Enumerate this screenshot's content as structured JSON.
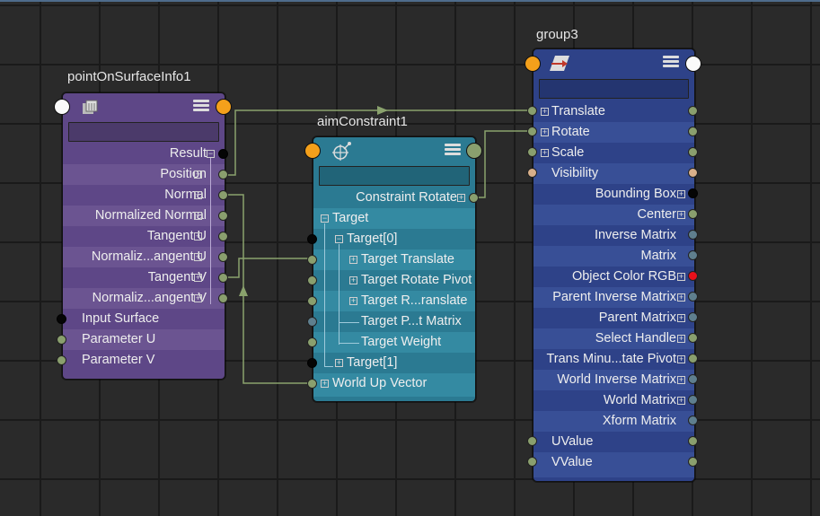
{
  "nodes": {
    "pos": {
      "title": "pointOnSurfaceInfo1",
      "rows": [
        "Result",
        "Position",
        "Normal",
        "Normalized Normal",
        "Tangent U",
        "Normaliz...angent U",
        "Tangent V",
        "Normaliz...angent V",
        "Input Surface",
        "Parameter U",
        "Parameter V"
      ]
    },
    "aim": {
      "title": "aimConstraint1",
      "rows": [
        "Constraint Rotate",
        "Target",
        "Target[0]",
        "Target Translate",
        "Target Rotate Pivot",
        "Target R...ranslate",
        "Target P...t Matrix",
        "Target Weight",
        "Target[1]",
        "World Up Vector"
      ]
    },
    "grp": {
      "title": "group3",
      "rows": [
        "Translate",
        "Rotate",
        "Scale",
        "Visibility",
        "Bounding Box",
        "Center",
        "Inverse Matrix",
        "Matrix",
        "Object Color RGB",
        "Parent Inverse Matrix",
        "Parent Matrix",
        "Select Handle",
        "Trans Minu...tate Pivot",
        "World Inverse Matrix",
        "World Matrix",
        "Xform Matrix",
        "UValue",
        "VValue"
      ]
    }
  },
  "icons": {
    "pos": "surface-info-icon",
    "aim": "aim-constraint-icon",
    "grp": "transform-group-icon",
    "menu": "node-menu-icon"
  },
  "colors": {
    "pos_bg": "#5e4787",
    "aim_bg": "#2b7a92",
    "grp_bg": "#2e4288",
    "wire": "#8aa26d",
    "connected_plug": "#8a9f6e",
    "vector_plug": "#5f7f8e",
    "matrix_plug_black": "#050505",
    "bool_plug": "#d9b08a",
    "color_plug": "#e8101a",
    "orange_plug": "#f4a01b"
  }
}
